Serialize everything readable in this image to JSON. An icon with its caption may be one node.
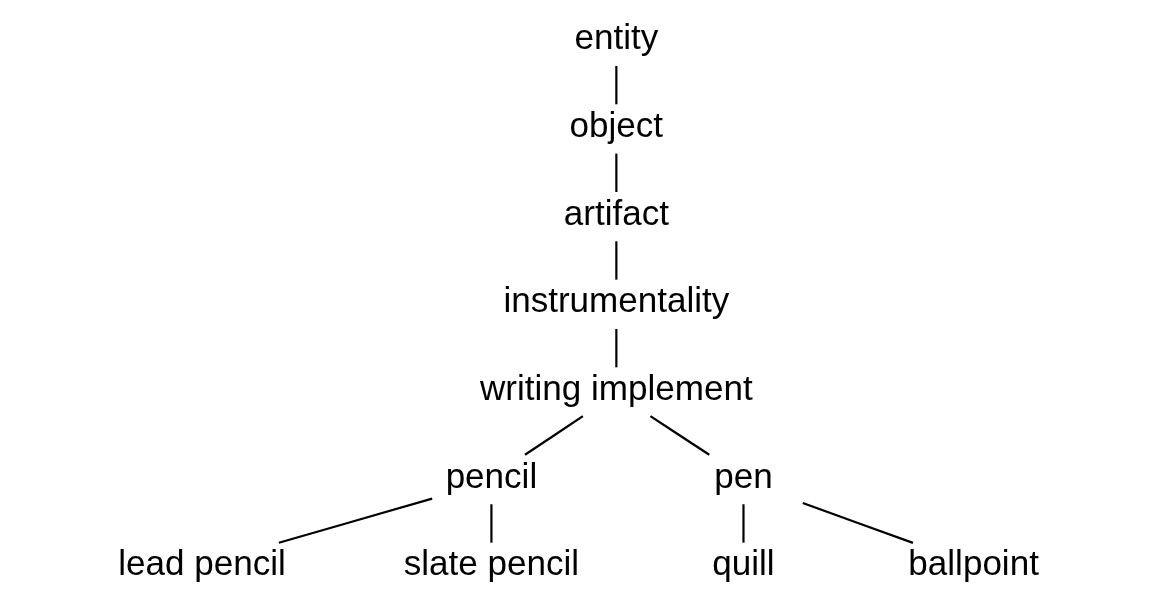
{
  "diagram": {
    "nodes": [
      {
        "text": [
          "entity"
        ]
      },
      {
        "text": [
          "object"
        ]
      },
      {
        "text": [
          "artifact"
        ]
      },
      {
        "text": [
          "instrumentality"
        ]
      },
      {
        "text": [
          "writing implement"
        ]
      },
      {
        "text": [
          "pencil"
        ]
      },
      {
        "text": [
          "pen"
        ]
      },
      {
        "text": [
          "lead pencil"
        ]
      },
      {
        "text": [
          "slate pencil"
        ]
      },
      {
        "text": [
          "quill"
        ]
      },
      {
        "text": [
          "ballpoint"
        ]
      }
    ],
    "edges": [
      {
        "from": 0,
        "to": 1,
        "arrow": "none"
      },
      {
        "from": 1,
        "to": 2,
        "arrow": "none"
      },
      {
        "from": 2,
        "to": 3,
        "arrow": "none"
      },
      {
        "from": 3,
        "to": 4,
        "arrow": "none"
      },
      {
        "from": 4,
        "to": 5,
        "arrow": "none"
      },
      {
        "from": 4,
        "to": 6,
        "arrow": "none"
      },
      {
        "from": 5,
        "to": 7,
        "arrow": "none"
      },
      {
        "from": 5,
        "to": 8,
        "arrow": "none"
      },
      {
        "from": 6,
        "to": 9,
        "arrow": "none"
      },
      {
        "from": 6,
        "to": 10,
        "arrow": "none"
      }
    ]
  }
}
